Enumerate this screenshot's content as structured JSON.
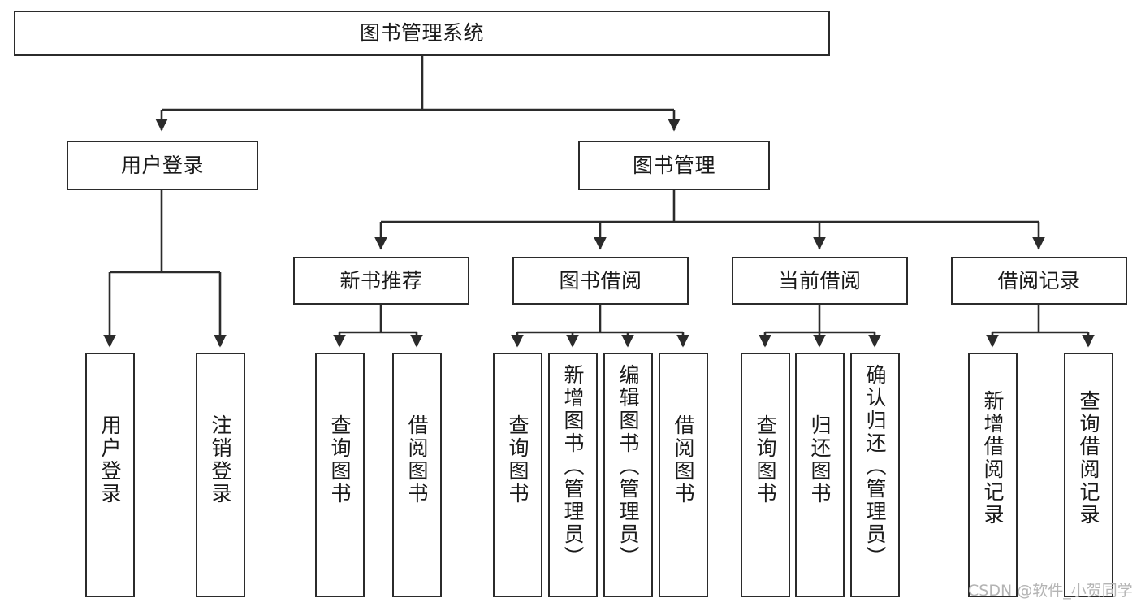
{
  "diagram": {
    "title": "图书管理系统",
    "type": "tree-hierarchy-chart",
    "orientation": "top-down",
    "levels": 4,
    "root": {
      "id": "root",
      "label": "图书管理系统"
    },
    "level2": [
      {
        "id": "user-login",
        "label": "用户登录"
      },
      {
        "id": "book-management",
        "label": "图书管理"
      }
    ],
    "level3": [
      {
        "id": "new-book-recommend",
        "label": "新书推荐",
        "parent": "book-management"
      },
      {
        "id": "book-borrow",
        "label": "图书借阅",
        "parent": "book-management"
      },
      {
        "id": "current-borrow",
        "label": "当前借阅",
        "parent": "book-management"
      },
      {
        "id": "borrow-record",
        "label": "借阅记录",
        "parent": "book-management"
      }
    ],
    "leaves": [
      {
        "id": "leaf-user-login",
        "label": "用户登录",
        "parent": "user-login"
      },
      {
        "id": "leaf-logout-login",
        "label": "注销登录",
        "parent": "user-login"
      },
      {
        "id": "leaf-query-book-1",
        "label": "查询图书",
        "parent": "new-book-recommend"
      },
      {
        "id": "leaf-borrow-book-1",
        "label": "借阅图书",
        "parent": "new-book-recommend"
      },
      {
        "id": "leaf-query-book-2",
        "label": "查询图书",
        "parent": "book-borrow"
      },
      {
        "id": "leaf-add-book",
        "label": "新增图书（管理员）",
        "parent": "book-borrow"
      },
      {
        "id": "leaf-edit-book",
        "label": "编辑图书（管理员）",
        "parent": "book-borrow"
      },
      {
        "id": "leaf-borrow-book-2",
        "label": "借阅图书",
        "parent": "book-borrow"
      },
      {
        "id": "leaf-query-book-3",
        "label": "查询图书",
        "parent": "current-borrow"
      },
      {
        "id": "leaf-return-book",
        "label": "归还图书",
        "parent": "current-borrow"
      },
      {
        "id": "leaf-confirm-return",
        "label": "确认归还（管理员）",
        "parent": "current-borrow"
      },
      {
        "id": "leaf-add-record",
        "label": "新增借阅记录",
        "parent": "borrow-record"
      },
      {
        "id": "leaf-query-record",
        "label": "查询借阅记录",
        "parent": "borrow-record"
      }
    ]
  },
  "watermark": {
    "text": "CSDN @软件_小贺同学"
  },
  "colors": {
    "stroke": "#2b2b2b",
    "fill": "#ffffff",
    "text": "#1a1a1a",
    "watermark": "#b4b4b4"
  }
}
